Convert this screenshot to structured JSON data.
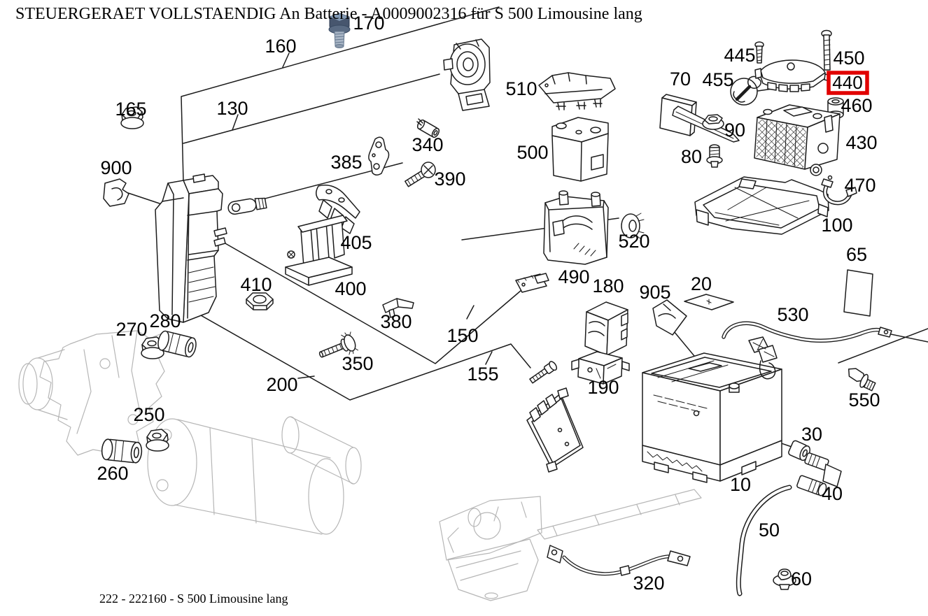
{
  "window": {
    "title": "STEUERGERAET VOLLSTAENDIG An Batterie - A0009002316 für S 500 Limousine lang",
    "footer": "222 - 222160 - S 500 Limousine lang"
  },
  "diagram": {
    "type": "exploded-parts-diagram",
    "highlighted_callout": "440",
    "highlight_box_color": "#e10000",
    "line_color": "#1c1c1c",
    "ghost_part_color": "#b6b6b6",
    "background": "#ffffff",
    "icons": {
      "wrench_icon": "open-end wrench inside circle beside callout 455",
      "bolt_icon": "blue metallic flanged hex bolt above callout 170"
    },
    "bolt_icon_colors": {
      "head": "#47566e",
      "head_highlight": "#8299b4",
      "flange": "#5a6b83",
      "shank": "#a9b6c6",
      "thread": "#64778e"
    }
  },
  "parts": {
    "10": "10",
    "20": "20",
    "30": "30",
    "40": "40",
    "50": "50",
    "60": "60",
    "65": "65",
    "70": "70",
    "80": "80",
    "90": "90",
    "100": "100",
    "130": "130",
    "150": "150",
    "155": "155",
    "160": "160",
    "165": "165",
    "170": "170",
    "180": "180",
    "190": "190",
    "200": "200",
    "250": "250",
    "260": "260",
    "270": "270",
    "280": "280",
    "320": "320",
    "340": "340",
    "350": "350",
    "380": "380",
    "385": "385",
    "390": "390",
    "400": "400",
    "405": "405",
    "410": "410",
    "430": "430",
    "440": "440",
    "445": "445",
    "450": "450",
    "455": "455",
    "460": "460",
    "470": "470",
    "490": "490",
    "500": "500",
    "510": "510",
    "520": "520",
    "530": "530",
    "550": "550",
    "900": "900",
    "905": "905"
  }
}
